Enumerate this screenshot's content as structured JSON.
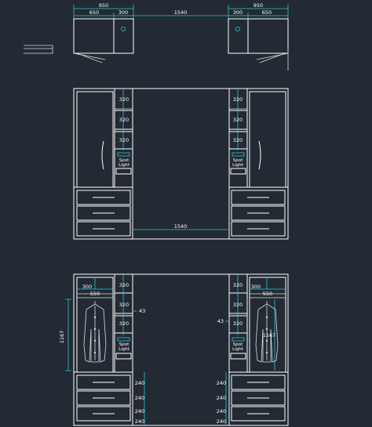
{
  "colors": {
    "background": "#232a33",
    "lines": "#ffffff",
    "dimension": "#25c8d8"
  },
  "top_plan": {
    "overall_left": "950",
    "left_a": "650",
    "left_b": "300",
    "middle": "1540",
    "right_a": "300",
    "right_b": "650",
    "overall_right": "950"
  },
  "elevation_1": {
    "shelf_gaps_left": [
      "320",
      "320",
      "320"
    ],
    "shelf_gaps_right": [
      "320",
      "320",
      "320"
    ],
    "spot_light_label_left": [
      "Spot",
      "Light"
    ],
    "spot_light_label_right": [
      "Spot",
      "Light"
    ],
    "bottom_width": "1540"
  },
  "elevation_2": {
    "left_top": "300",
    "left_top2": "550",
    "right_top": "300",
    "right_top2": "550",
    "hang_height_left": "1167",
    "hang_height_right": "1167",
    "shelf_gaps_left": [
      "320",
      "320",
      "320"
    ],
    "shelf_gaps_right": [
      "320",
      "320",
      "320"
    ],
    "small_left": "43",
    "small_right": "43",
    "spot_light_label_left": [
      "Spot",
      "Light"
    ],
    "spot_light_label_right": [
      "Spot",
      "Light"
    ],
    "drawer_gaps_left": [
      "240",
      "240",
      "240",
      "240"
    ],
    "drawer_gaps_right": [
      "240",
      "240",
      "240",
      "240"
    ]
  }
}
